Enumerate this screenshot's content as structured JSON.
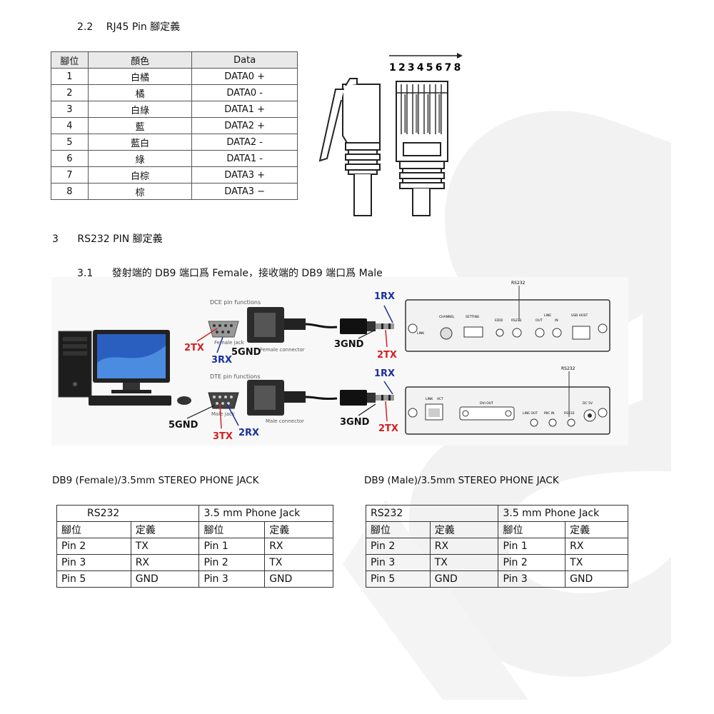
{
  "section_rj45": {
    "number": "2.2",
    "title": "RJ45 Pin 腳定義"
  },
  "rj45_table": {
    "headers": [
      "腳位",
      "顏色",
      "Data"
    ],
    "rows": [
      [
        "1",
        "白橘",
        "DATA0 +"
      ],
      [
        "2",
        "橘",
        "DATA0 -"
      ],
      [
        "3",
        "白綠",
        "DATA1 +"
      ],
      [
        "4",
        "藍",
        "DATA2 +"
      ],
      [
        "5",
        "藍白",
        "DATA2 -"
      ],
      [
        "6",
        "綠",
        "DATA1 -"
      ],
      [
        "7",
        "白棕",
        "DATA3 +"
      ],
      [
        "8",
        "棕",
        "DATA3 −"
      ]
    ]
  },
  "connector_pin_numbers": "12345678",
  "section_rs232": {
    "number": "3",
    "title": "RS232 PIN 腳定義"
  },
  "section_db9": {
    "number": "3.1",
    "title": "發射端的 DB9 端口爲 Female，接收端的 DB9 端口爲 Male"
  },
  "diagram": {
    "top": {
      "pin_caption": "DCE pin functions",
      "jack_caption": "Female jack",
      "connector_caption": "Female connector",
      "label_2tx": "2TX",
      "label_3rx": "3RX",
      "label_5gnd": "5GND",
      "label_1rx": "1RX",
      "label_3gnd": "3GND",
      "label_2tx_jack": "2TX",
      "device_rs232": "RS232",
      "panel_labels": [
        "CHANNEL",
        "SETTING",
        "EDID",
        "RS232",
        "OUT",
        "IN",
        "USB HOST",
        "LINE",
        "LINK"
      ]
    },
    "bottom": {
      "pin_caption": "DTE pin functions",
      "jack_caption": "Male jack",
      "connector_caption": "Male connector",
      "label_5gnd": "5GND",
      "label_3tx": "3TX",
      "label_2rx": "2RX",
      "label_1rx": "1RX",
      "label_3gnd": "3GND",
      "label_2tx": "2TX",
      "device_rs232": "RS232",
      "panel_labels": [
        "LINK",
        "ACT",
        "DVI OUT",
        "LINE OUT",
        "MIC IN",
        "RS232",
        "DC 5V"
      ]
    }
  },
  "female_caption": "DB9 (Female)/3.5mm STEREO PHONE JACK",
  "male_caption": "DB9 (Male)/3.5mm STEREO PHONE JACK",
  "female_table": {
    "group_headers": [
      "RS232",
      "3.5 mm Phone Jack"
    ],
    "sub_headers": [
      "腳位",
      "定義",
      "腳位",
      "定義"
    ],
    "rows": [
      [
        "Pin 2",
        "TX",
        "Pin 1",
        "RX"
      ],
      [
        "Pin 3",
        "RX",
        "Pin 2",
        "TX"
      ],
      [
        "Pin 5",
        "GND",
        "Pin 3",
        "GND"
      ]
    ]
  },
  "male_table": {
    "group_headers": [
      "RS232",
      "3.5 mm Phone Jack"
    ],
    "sub_headers": [
      "腳位",
      "定義",
      "腳位",
      "定義"
    ],
    "rows": [
      [
        "Pin 2",
        "RX",
        "Pin 1",
        "RX"
      ],
      [
        "Pin 3",
        "TX",
        "Pin 2",
        "TX"
      ],
      [
        "Pin 5",
        "GND",
        "Pin 3",
        "GND"
      ]
    ]
  },
  "colors": {
    "red_label": "#d42020",
    "blue_label": "#1a2fa0",
    "watermark": "#f1f1f1"
  }
}
